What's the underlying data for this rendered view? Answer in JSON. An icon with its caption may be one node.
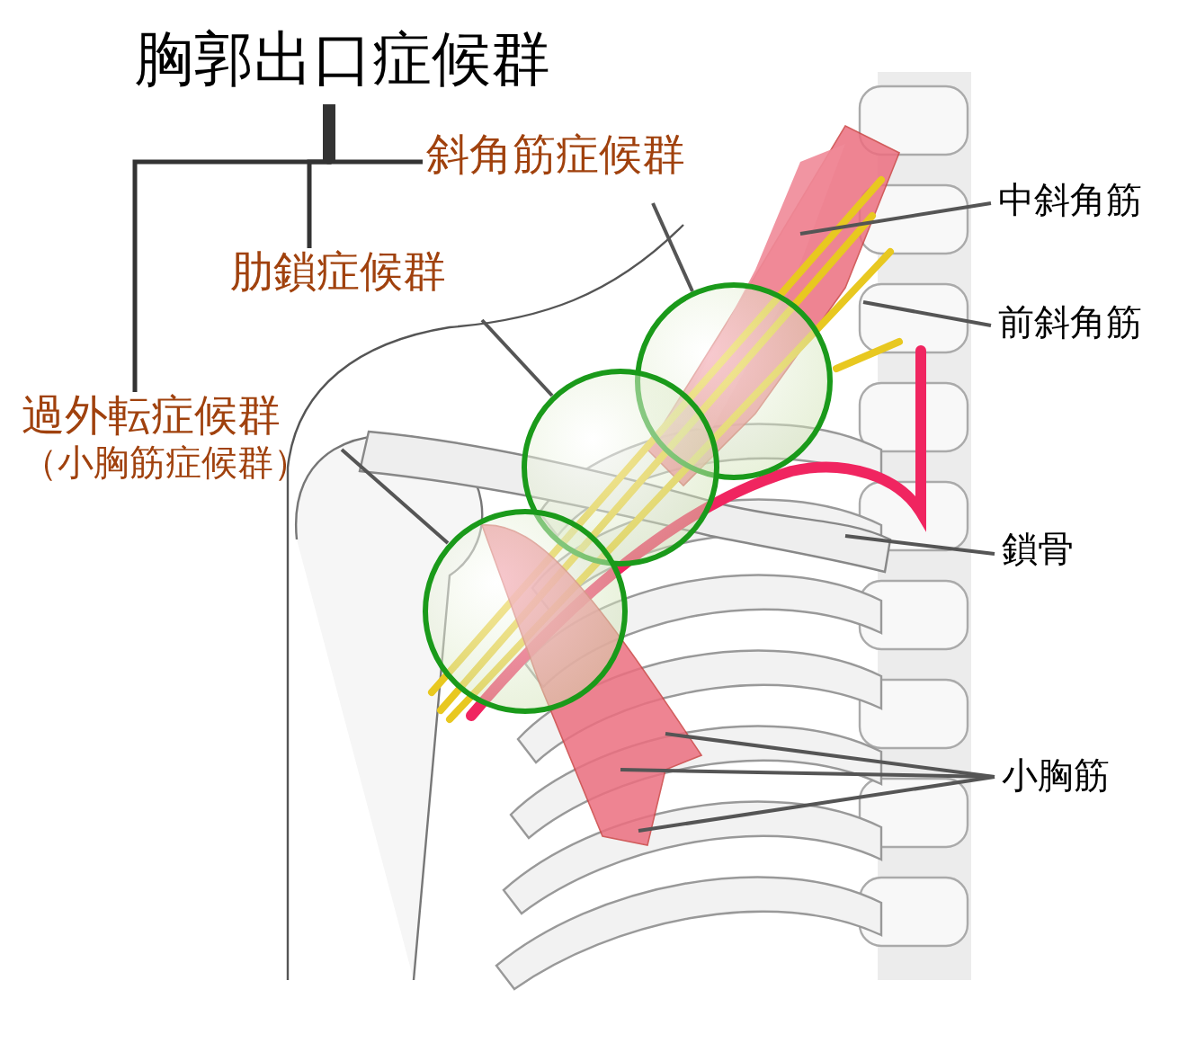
{
  "diagram": {
    "nodes": [
      {
        "text": [
          "胸郭出口症候群"
        ]
      },
      {
        "text": [
          "斜角筋症候群"
        ]
      },
      {
        "text": [
          "肋鎖症候群"
        ]
      },
      {
        "text": [
          "過外転症候群",
          "（小胸筋症候群）"
        ]
      },
      {
        "text": [],
        "shape": "circle"
      },
      {
        "text": [],
        "shape": "circle"
      },
      {
        "text": [],
        "shape": "circle"
      },
      {
        "text": [
          "中斜角筋"
        ]
      },
      {
        "text": [
          "前斜角筋"
        ]
      },
      {
        "text": [
          "鎖骨"
        ]
      },
      {
        "text": [
          "小胸筋"
        ]
      }
    ],
    "edges": [
      {
        "from": 0,
        "to": 1,
        "arrow": "none"
      },
      {
        "from": 0,
        "to": 2,
        "arrow": "none"
      },
      {
        "from": 0,
        "to": 3,
        "arrow": "none"
      },
      {
        "from": 1,
        "to": 4,
        "arrow": "none"
      },
      {
        "from": 2,
        "to": 5,
        "arrow": "none"
      },
      {
        "from": 3,
        "to": 6,
        "arrow": "none"
      },
      {
        "from": 7,
        "to": null,
        "arrow": "none"
      },
      {
        "from": 8,
        "to": null,
        "arrow": "none"
      },
      {
        "from": 9,
        "to": null,
        "arrow": "none"
      },
      {
        "from": 10,
        "to": null,
        "arrow": "none"
      },
      {
        "from": 10,
        "to": null,
        "arrow": "none"
      },
      {
        "from": 10,
        "to": null,
        "arrow": "none"
      }
    ]
  }
}
